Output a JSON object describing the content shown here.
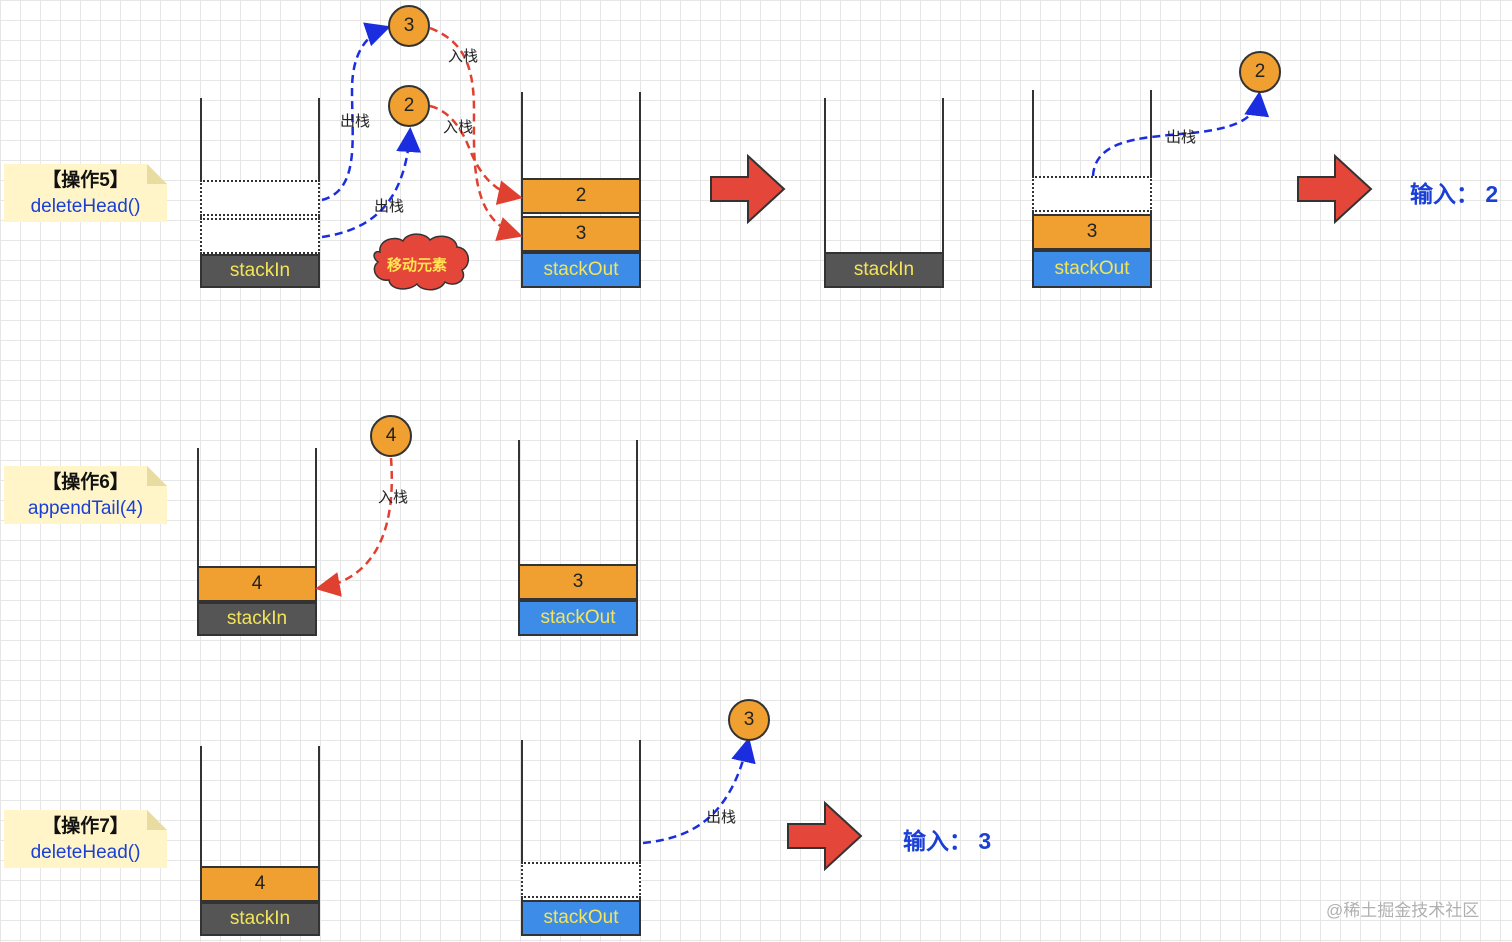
{
  "operations": [
    {
      "label": "【操作5】",
      "func": "deleteHead()"
    },
    {
      "label": "【操作6】",
      "func": "appendTail(4)"
    },
    {
      "label": "【操作7】",
      "func": "deleteHead()"
    }
  ],
  "stack_names": {
    "in": "stackIn",
    "out": "stackOut"
  },
  "values": {
    "v2": "2",
    "v3": "3",
    "v4": "4"
  },
  "actions": {
    "pop": "出栈",
    "push": "入栈",
    "move": "移动元素"
  },
  "results": {
    "r1": "输入： 2",
    "r2": "输入： 3"
  },
  "watermark": "@稀土掘金技术社区",
  "colors": {
    "element": "#f0a030",
    "stackIn": "#555555",
    "stackOut": "#3d8de8",
    "pop_arrow": "#1a2ee0",
    "push_arrow": "#e04030",
    "result_text": "#1a3fd6"
  }
}
